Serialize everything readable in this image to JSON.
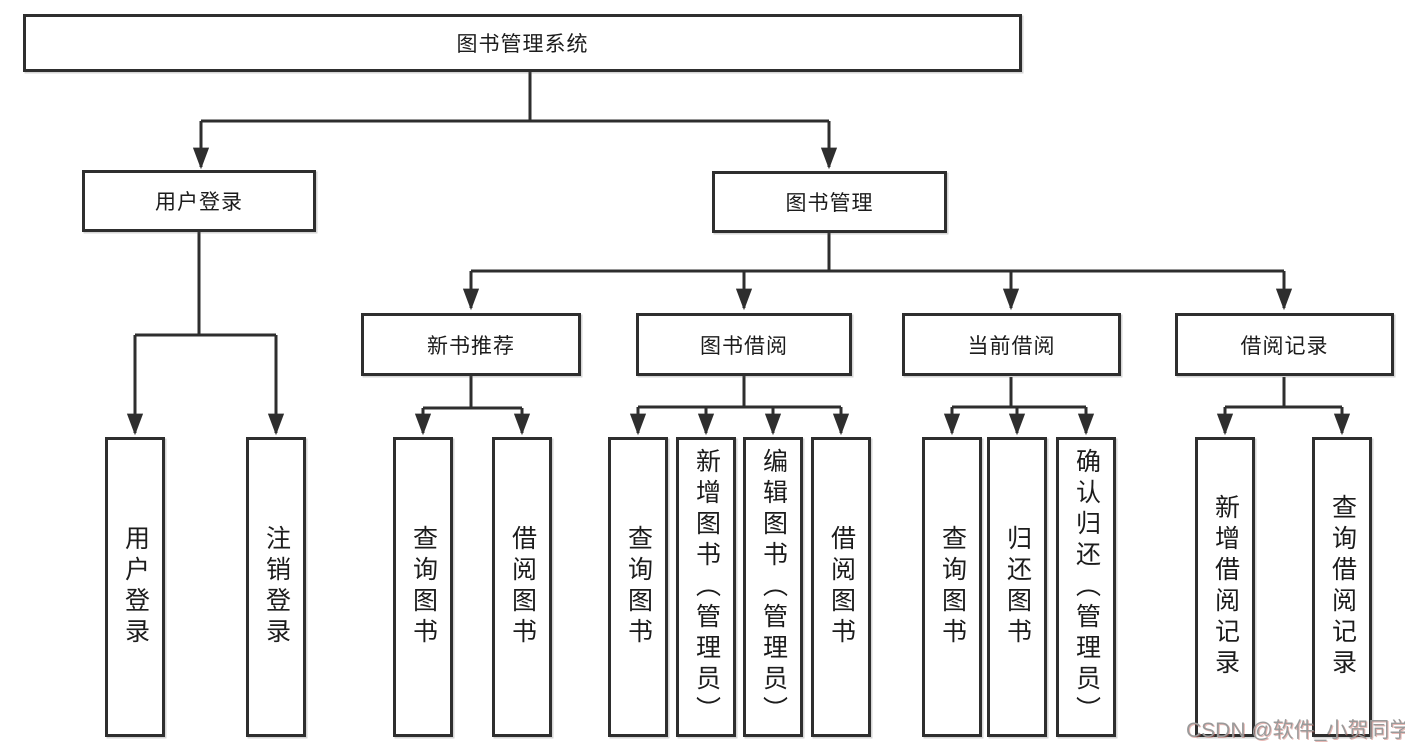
{
  "tree": {
    "root": {
      "label": "图书管理系统"
    },
    "children": [
      {
        "label": "用户登录",
        "children": [
          {
            "label": "用户登录"
          },
          {
            "label": "注销登录"
          }
        ]
      },
      {
        "label": "图书管理",
        "children": [
          {
            "label": "新书推荐",
            "children": [
              {
                "label": "查询图书"
              },
              {
                "label": "借阅图书"
              }
            ]
          },
          {
            "label": "图书借阅",
            "children": [
              {
                "label": "查询图书"
              },
              {
                "label": "新增图书（管理员）"
              },
              {
                "label": "编辑图书（管理员）"
              },
              {
                "label": "借阅图书"
              }
            ]
          },
          {
            "label": "当前借阅",
            "children": [
              {
                "label": "查询图书"
              },
              {
                "label": "归还图书"
              },
              {
                "label": "确认归还（管理员）"
              }
            ]
          },
          {
            "label": "借阅记录",
            "children": [
              {
                "label": "新增借阅记录"
              },
              {
                "label": "查询借阅记录"
              }
            ]
          }
        ]
      }
    ]
  },
  "watermark": {
    "text": "CSDN @软件_小贺同学"
  },
  "colors": {
    "line": "#2e2e2e",
    "text": "#1c1c1c",
    "watermark_text": "#9a9a9a",
    "background": "#ffffff"
  }
}
